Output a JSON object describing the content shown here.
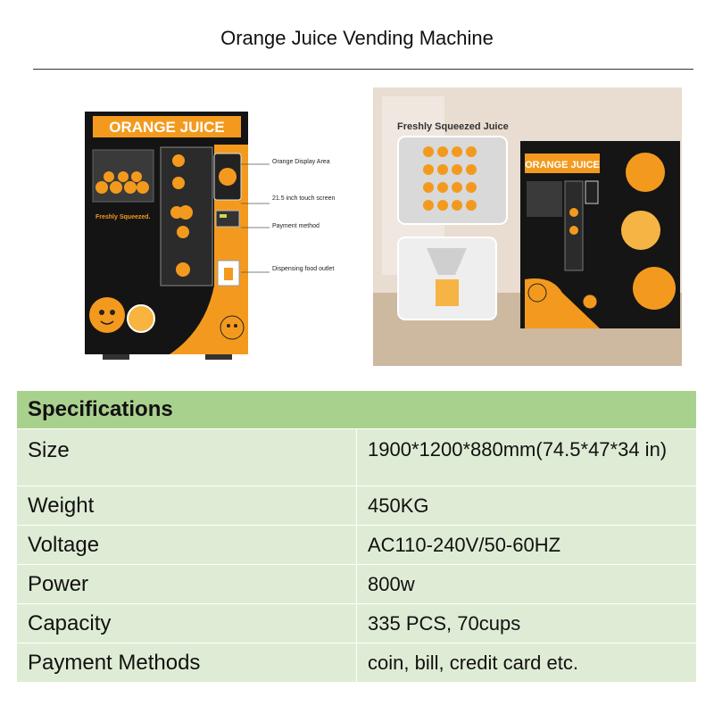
{
  "page": {
    "title": "Orange Juice Vending Machine"
  },
  "figure_left": {
    "brand_banner": "ORANGE JUICE",
    "side_text": "Freshly Squeezed.",
    "callouts": [
      "Orange Display Area",
      "21.5 inch touch screen",
      "Payment method",
      "Dispensing food outlet"
    ]
  },
  "figure_right": {
    "caption": "Freshly Squeezed Juice",
    "brand_banner": "ORANGE JUICE"
  },
  "specs": {
    "header": "Specifications",
    "rows": [
      {
        "label": "Size",
        "value": "1900*1200*880mm(74.5*47*34 in)"
      },
      {
        "label": "Weight",
        "value": "450KG"
      },
      {
        "label": "Voltage",
        "value": "AC110-240V/50-60HZ"
      },
      {
        "label": "Power",
        "value": "800w"
      },
      {
        "label": "Capacity",
        "value": "335 PCS, 70cups"
      },
      {
        "label": "Payment Methods",
        "value": "coin, bill, credit card etc."
      }
    ]
  },
  "colors": {
    "orange": "#f39a1e",
    "machine": "#141414",
    "table_header": "#a9d18e",
    "table_row": "#dfecd5"
  }
}
